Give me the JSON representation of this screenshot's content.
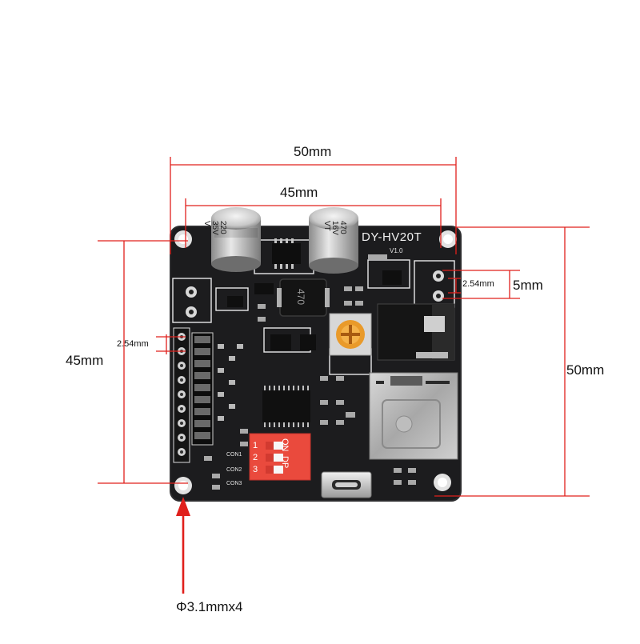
{
  "dimensions": {
    "overall_width": "50mm",
    "hole_spacing_width": "45mm",
    "overall_height": "50mm",
    "hole_spacing_height": "45mm",
    "pin_pitch_left": "2.54mm",
    "pin_pitch_right": "2.54mm",
    "terminal_spacing": "5mm",
    "mounting_hole": "Φ3.1mmx4"
  },
  "board": {
    "model": "DY-HV20T",
    "version": "V1.0",
    "cap_left": {
      "value": "220",
      "voltage": "35V",
      "series": "VT"
    },
    "cap_right": {
      "value": "470",
      "voltage": "16V",
      "series": "VT"
    },
    "inductor": "470",
    "dip_switch": {
      "label_on": "ON",
      "label_dp": "DP",
      "positions": [
        "1",
        "2",
        "3"
      ]
    },
    "con_labels": [
      "CON1",
      "CON2",
      "CON3"
    ]
  },
  "colors": {
    "dimension_line": "#e0201c",
    "pcb": "#1b1b1d",
    "dip_switch": "#e8453c",
    "pot": "#e8901c"
  }
}
